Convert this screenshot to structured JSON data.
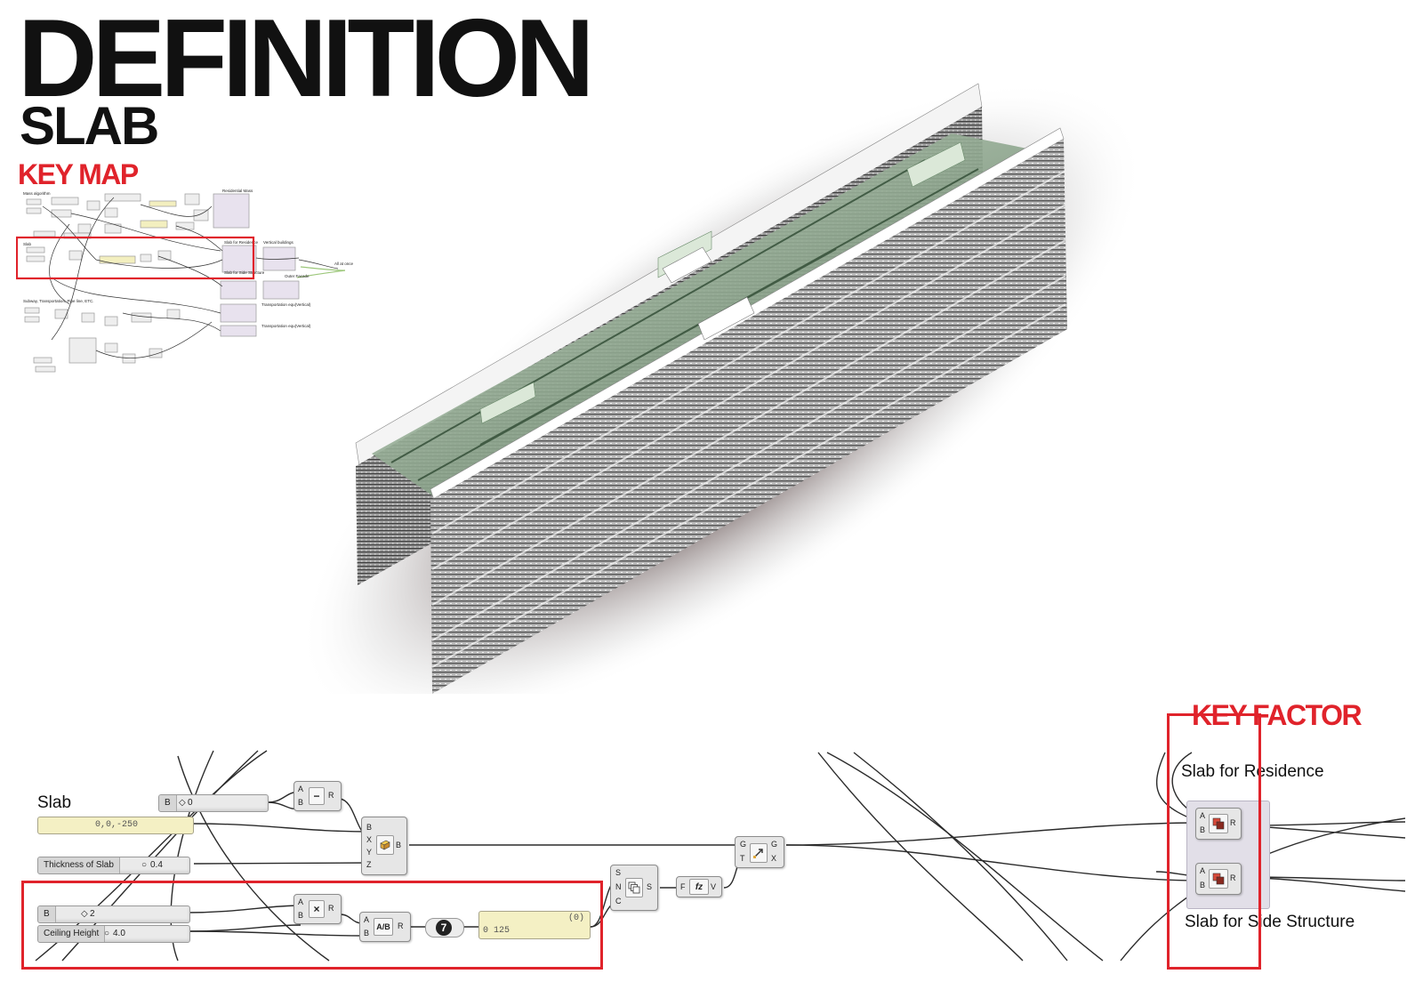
{
  "header": {
    "title": "DEFINITION",
    "subtitle": "SLAB",
    "key_map_label": "KEY MAP",
    "key_factor_label": "KEY FACTOR"
  },
  "key_map": {
    "groups": [
      "Mass algorithm",
      "Slab",
      "Subway, Transportation, Pipe line, ETC."
    ],
    "outputs": [
      "Residential Mass",
      "Slab for Residence",
      "Slab for Side Structure",
      "Vertical buildings",
      "Outer Facade",
      "All at once",
      "Transportation equ(Vertical)",
      "Transportation equ(Vertical)"
    ]
  },
  "definition": {
    "group_label": "Slab",
    "point_panel_value": "0,0,-250",
    "sliders": [
      {
        "label": "B",
        "value": "0"
      },
      {
        "label": "Thickness of Slab",
        "value": "0.4"
      },
      {
        "label": "B",
        "value": "2"
      },
      {
        "label": "Ceiling Height",
        "value": "4.0"
      }
    ],
    "subtract": {
      "symbol": "−",
      "inputs": [
        "A",
        "B"
      ],
      "output": "R"
    },
    "multiply": {
      "symbol": "×",
      "inputs": [
        "A",
        "B"
      ],
      "output": "R"
    },
    "divide": {
      "symbol": "A/B",
      "inputs": [
        "A",
        "B"
      ],
      "output": "R"
    },
    "box": {
      "inputs": [
        "B",
        "X",
        "Y",
        "Z"
      ],
      "output": "B"
    },
    "series": {
      "inputs": [
        "S",
        "N",
        "C"
      ],
      "output": "S"
    },
    "expression": {
      "input": "F",
      "output": "V"
    },
    "move": {
      "inputs": [
        "G",
        "T"
      ],
      "outputs": [
        "G",
        "X"
      ]
    },
    "integer_badge": "7",
    "result_panel": {
      "index": "(0)",
      "value": "0 125"
    },
    "solid_union_1": {
      "inputs": [
        "A",
        "B"
      ],
      "output": "R"
    },
    "solid_union_2": {
      "inputs": [
        "A",
        "B"
      ],
      "output": "R"
    },
    "output_top": "Slab for Residence",
    "output_bottom": "Slab for Side Structure"
  }
}
